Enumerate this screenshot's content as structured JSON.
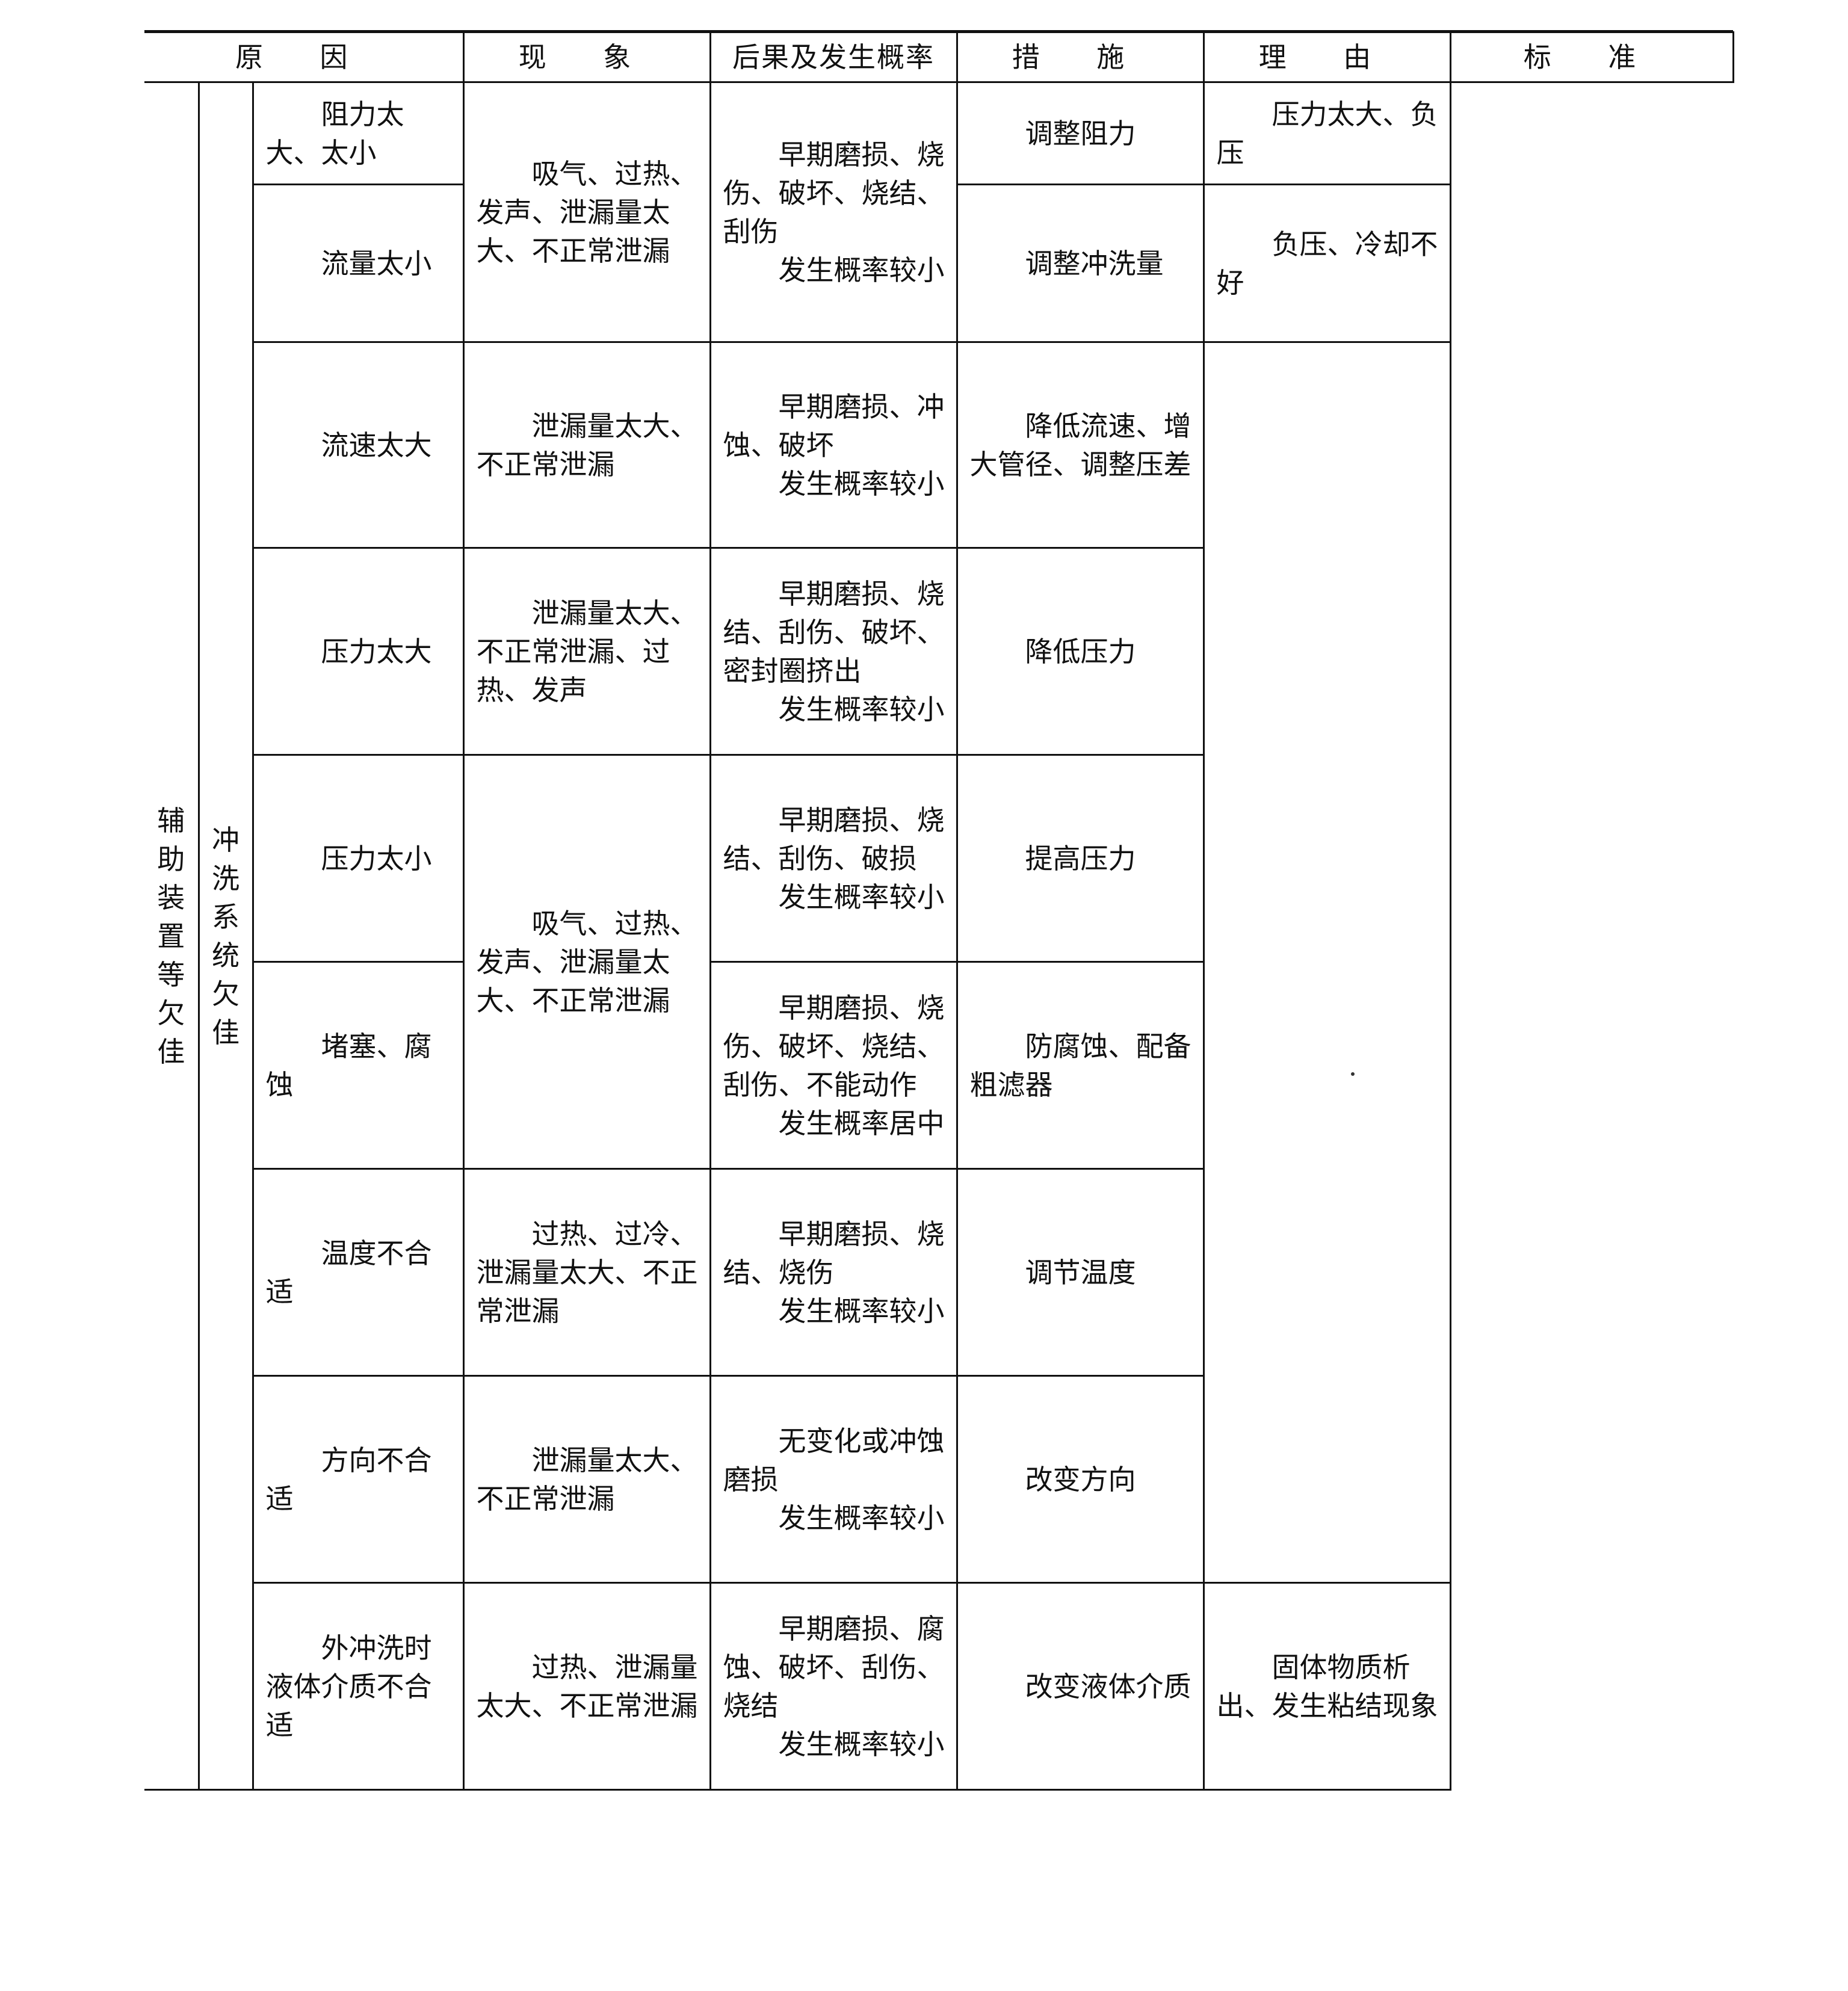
{
  "headers": {
    "cause": "原 因",
    "phenomenon": "现 象",
    "consequence": "后果及发生概率",
    "measure": "措 施",
    "reason": "理 由",
    "standard": "标 准"
  },
  "group_outer": "辅助装置等欠佳",
  "group_inner": "冲洗系统欠佳",
  "rows": [
    {
      "cause": "阻力太大、太小",
      "measure": "调整阻力",
      "reason": "压力太大、负压"
    },
    {
      "cause": "流量太小",
      "measure": "调整冲洗量",
      "reason": "负压、冷却不好"
    },
    {
      "cause": "流速太大",
      "phenomenon": "泄漏量太大、不正常泄漏",
      "consequence": "早期磨损、冲蚀、破坏",
      "probability": "发生概率较小",
      "measure": "降低流速、增大管径、调整压差"
    },
    {
      "cause": "压力太大",
      "phenomenon": "泄漏量太大、不正常泄漏、过热、发声",
      "consequence": "早期磨损、烧结、刮伤、破坏、密封圈挤出",
      "probability": "发生概率较小",
      "measure": "降低压力"
    },
    {
      "cause": "压力太小",
      "consequence": "早期磨损、烧结、刮伤、破损",
      "probability": "发生概率较小",
      "measure": "提高压力"
    },
    {
      "cause": "堵塞、腐蚀",
      "consequence": "早期磨损、烧伤、破坏、烧结、刮伤、不能动作",
      "probability": "发生概率居中",
      "measure": "防腐蚀、配备粗滤器"
    },
    {
      "cause": "温度不合适",
      "phenomenon": "过热、过冷、泄漏量太大、不正常泄漏",
      "consequence": "早期磨损、烧结、烧伤",
      "probability": "发生概率较小",
      "measure": "调节温度"
    },
    {
      "cause": "方向不合适",
      "phenomenon": "泄漏量太大、不正常泄漏",
      "consequence": "无变化或冲蚀磨损",
      "probability": "发生概率较小",
      "measure": "改变方向"
    },
    {
      "cause": "外冲洗时液体介质不合适",
      "phenomenon": "过热、泄漏量太大、不正常泄漏",
      "consequence": "早期磨损、腐蚀、破坏、刮伤、烧结",
      "probability": "发生概率较小",
      "measure": "改变液体介质",
      "reason": "固体物质析出、发生粘结现象"
    }
  ],
  "merged": {
    "phenomenon_rows_1_2": "吸气、过热、发声、泄漏量太大、不正常泄漏",
    "consequence_rows_1_2": "早期磨损、烧伤、破坏、烧结、刮伤",
    "probability_rows_1_2": "发生概率较小",
    "phenomenon_rows_5_6": "吸气、过热、发声、泄漏量太大、不正常泄漏"
  }
}
